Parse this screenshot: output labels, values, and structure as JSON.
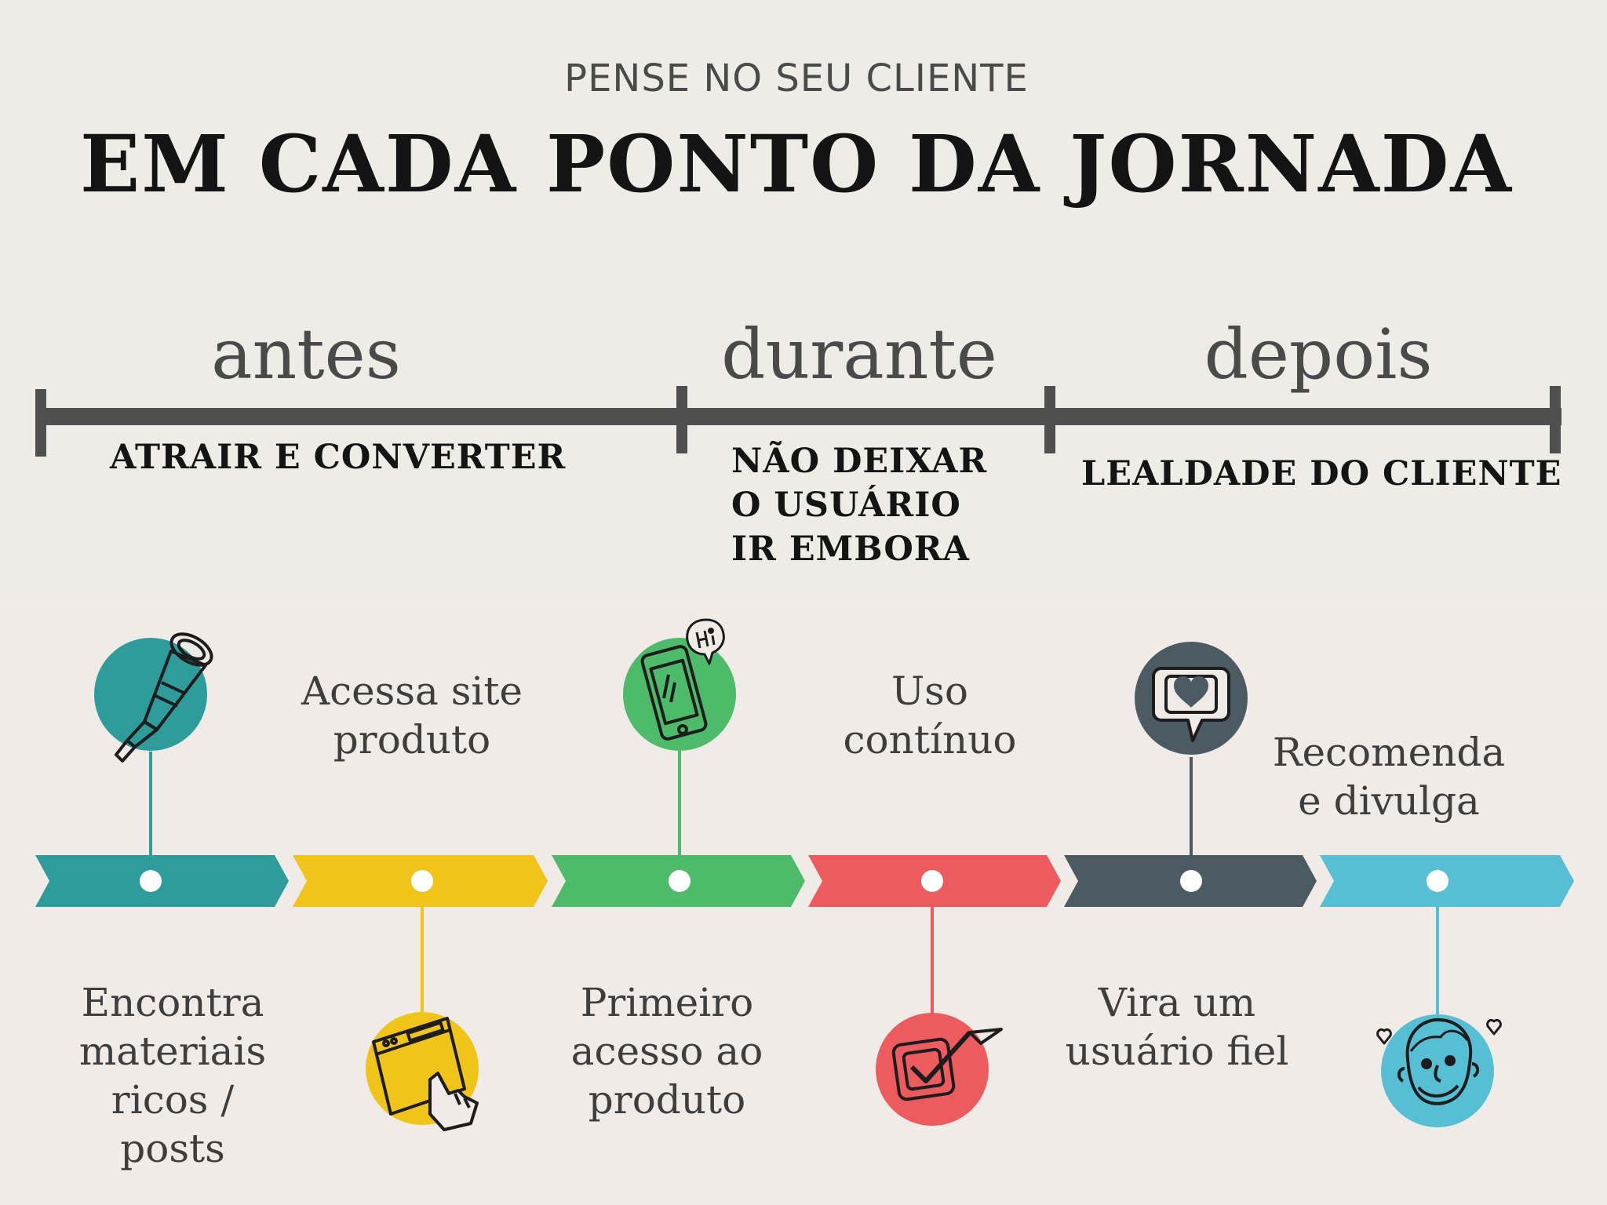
{
  "header": {
    "pretitle": "PENSE NO SEU CLIENTE",
    "title": "EM CADA PONTO DA JORNADA"
  },
  "phases": [
    {
      "label": "antes",
      "goal": "ATRAIR E CONVERTER"
    },
    {
      "label": "durante",
      "goal": "NÃO DEIXAR O USUÁRIO IR EMBORA"
    },
    {
      "label": "depois",
      "goal": "LEALDADE DO CLIENTE"
    }
  ],
  "steps": [
    {
      "label": "Encontra materiais ricos / posts",
      "icon": "spyglass-icon",
      "color": "#2e9c9b"
    },
    {
      "label": "Acessa site produto",
      "icon": "browser-click-icon",
      "color": "#f0c419"
    },
    {
      "label": "Primeiro acesso ao produto",
      "icon": "smartphone-hi-icon",
      "color": "#4dbb6a"
    },
    {
      "label": "Uso contínuo",
      "icon": "checkbox-icon",
      "color": "#ec5b5e"
    },
    {
      "label": "Vira um usuário fiel",
      "icon": "heart-speech-bubble-icon",
      "color": "#4b5b61"
    },
    {
      "label": "Recomenda e divulga",
      "icon": "smiling-face-icon",
      "color": "#57bfd3"
    }
  ],
  "colors": {
    "timeline_bar": "#4f4f4f",
    "background": "#eeece6"
  }
}
